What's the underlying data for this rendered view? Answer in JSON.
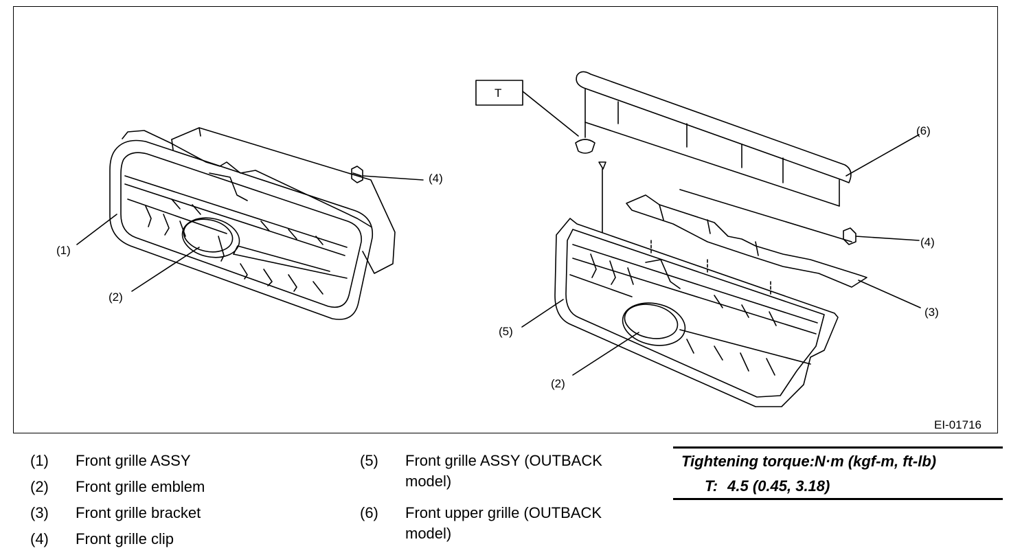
{
  "figure": {
    "code": "EI-01716",
    "callouts": {
      "left_1": "(1)",
      "left_2": "(2)",
      "left_4": "(4)",
      "right_2": "(2)",
      "right_3": "(3)",
      "right_4": "(4)",
      "right_5": "(5)",
      "right_6": "(6)",
      "torque_box": "T"
    }
  },
  "legend": [
    {
      "num": "(1)",
      "text": "Front grille ASSY"
    },
    {
      "num": "(2)",
      "text": "Front grille emblem"
    },
    {
      "num": "(3)",
      "text": "Front grille bracket"
    },
    {
      "num": "(4)",
      "text": "Front grille clip"
    },
    {
      "num": "(5)",
      "text": "Front grille ASSY (OUTBACK model)"
    },
    {
      "num": "(6)",
      "text": "Front upper grille (OUTBACK model)"
    }
  ],
  "torque": {
    "heading": "Tightening torque:N·m (kgf-m, ft-lb)",
    "key": "T:",
    "value": "4.5 (0.45, 3.18)"
  }
}
